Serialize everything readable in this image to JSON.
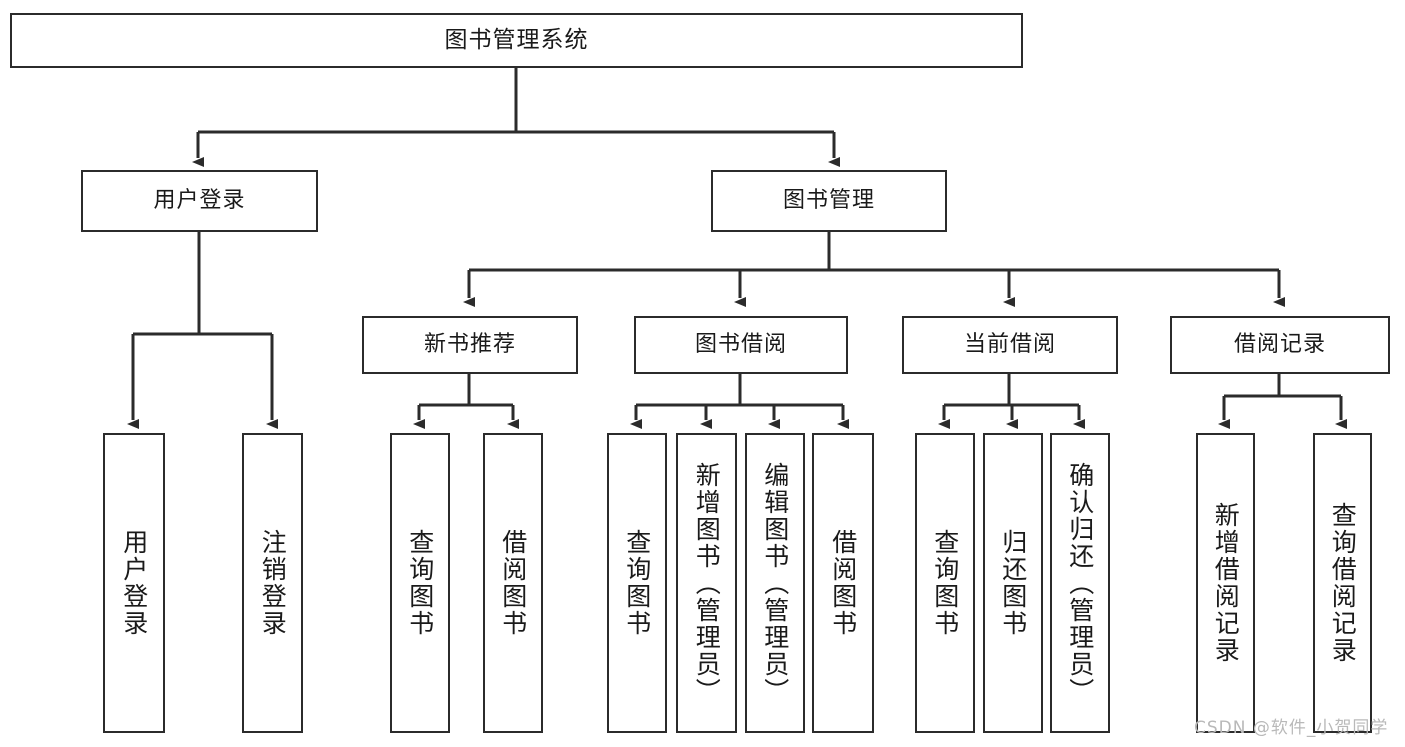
{
  "diagram": {
    "type": "tree-hierarchy-chart",
    "title_node": {
      "label": "图书管理系统"
    },
    "level2": [
      {
        "label": "用户登录"
      },
      {
        "label": "图书管理"
      }
    ],
    "level3": [
      {
        "label": "新书推荐"
      },
      {
        "label": "图书借阅"
      },
      {
        "label": "当前借阅"
      },
      {
        "label": "借阅记录"
      }
    ],
    "leaves": {
      "user_login": [
        {
          "label": "用户登录"
        },
        {
          "label": "注销登录"
        }
      ],
      "new_book_recommend": [
        {
          "label": "查询图书"
        },
        {
          "label": "借阅图书"
        }
      ],
      "book_borrow": [
        {
          "label": "查询图书"
        },
        {
          "label": "新增图书（管理员）"
        },
        {
          "label": "编辑图书（管理员）"
        },
        {
          "label": "借阅图书"
        }
      ],
      "current_borrow": [
        {
          "label": "查询图书"
        },
        {
          "label": "归还图书"
        },
        {
          "label": "确认归还（管理员）"
        }
      ],
      "borrow_record": [
        {
          "label": "新增借阅记录"
        },
        {
          "label": "查询借阅记录"
        }
      ]
    },
    "watermark": "CSDN @软件_小贺同学",
    "colors": {
      "stroke": "#2b2b2b",
      "text": "#1a1a1a",
      "background": "#ffffff",
      "watermark": "#b9b9b9"
    }
  }
}
